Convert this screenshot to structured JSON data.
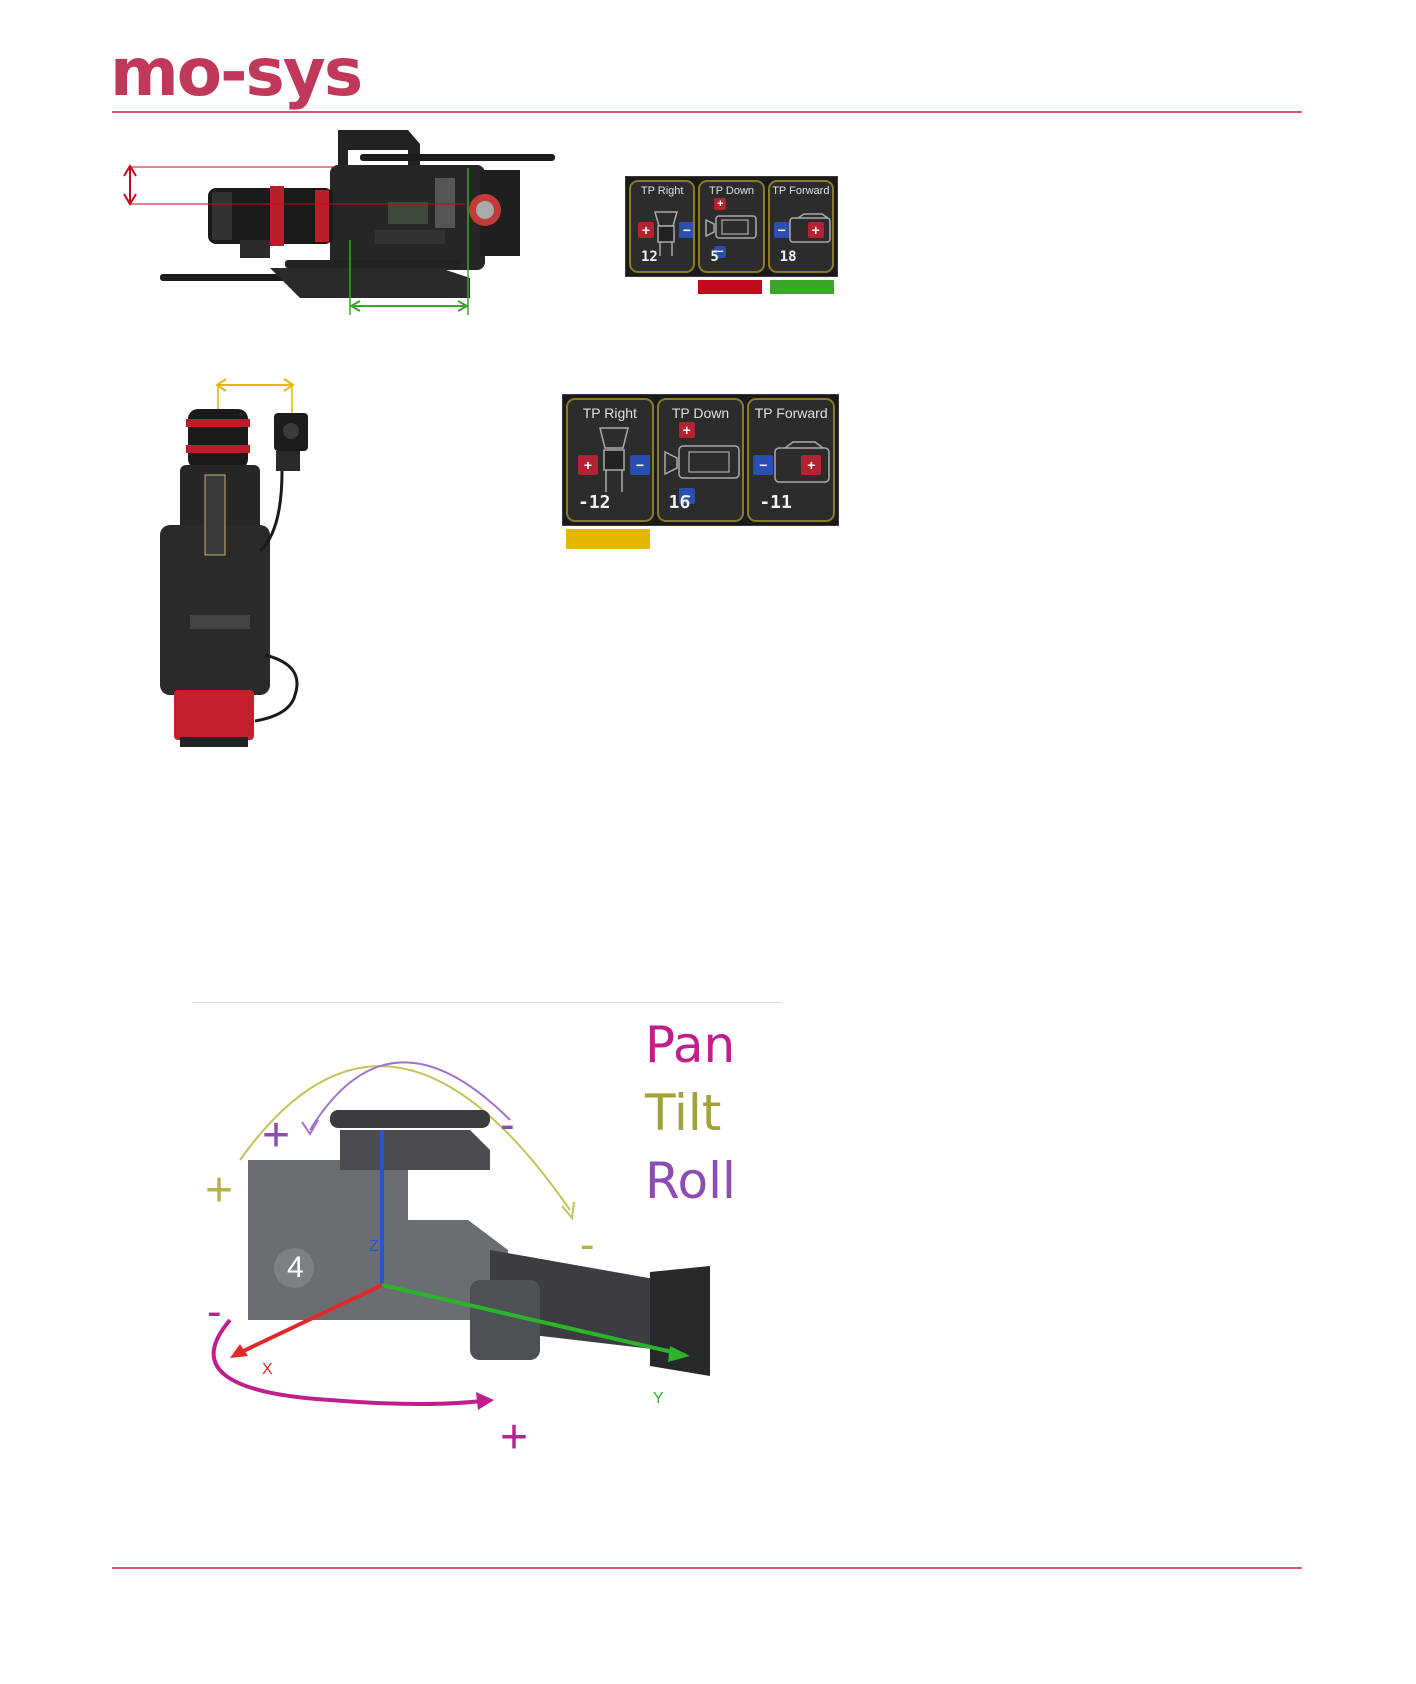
{
  "brand": {
    "logo_text": "mo-sys",
    "accent_color": "#c0395b"
  },
  "tp_panel_small": {
    "cells": [
      {
        "label": "TP Right",
        "value": "12"
      },
      {
        "label": "TP Down",
        "value": "5"
      },
      {
        "label": "TP Forward",
        "value": "18"
      }
    ]
  },
  "tp_panel_large": {
    "cells": [
      {
        "label": "TP Right",
        "value": "-12"
      },
      {
        "label": "TP Down",
        "value": "16"
      },
      {
        "label": "TP Forward",
        "value": "-11"
      }
    ]
  },
  "swatches": {
    "red": "#c3091c",
    "green": "#3aa62a",
    "yellow": "#e5b800"
  },
  "axes_diagram": {
    "legend": [
      {
        "text": "Pan",
        "color": "#c11d8c"
      },
      {
        "text": "Tilt",
        "color": "#a5a13a"
      },
      {
        "text": "Roll",
        "color": "#8e4bb4"
      }
    ],
    "axis_labels": {
      "x": "X",
      "y": "Y",
      "z": "Z"
    },
    "signs": {
      "plus": "+",
      "minus": "-"
    },
    "camera_number": "4"
  }
}
